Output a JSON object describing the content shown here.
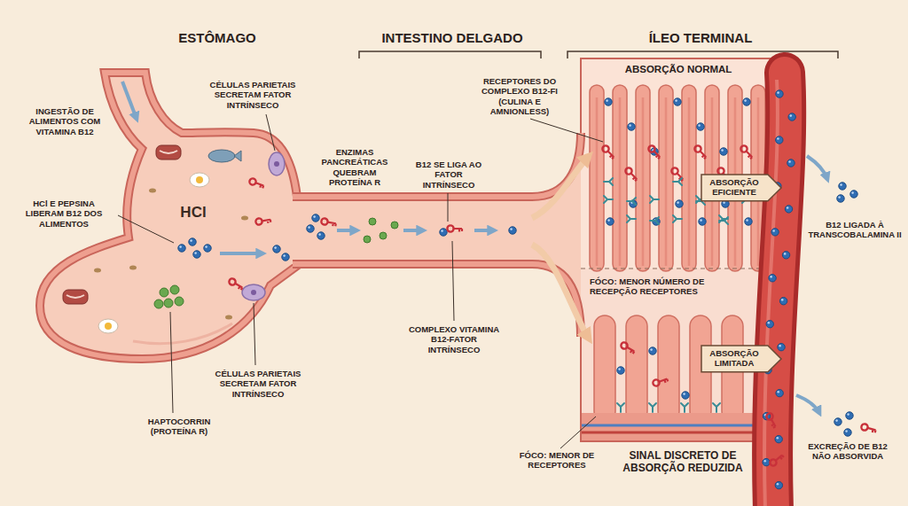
{
  "diagram": {
    "nodes": [
      {
        "text": [
          "ABSORÇÃO EFICIENTE"
        ]
      },
      {
        "text": [
          "ABSORÇÃO LIMITADA"
        ]
      }
    ],
    "labels": [
      "ESTÔMAGO",
      "INTESTINO DELGADO",
      "ÍLEO TERMINAL",
      "INGESTÃO DE ALIMENTOS COM VITAMINA B12",
      "HCl E PEPSINA LIBERAM B12 DOS ALIMENTOS",
      "HCl",
      "CÉLULAS PARIETAIS SECRETAM FATOR INTRÍNSECO",
      "HAPTOCORRIN (PROTEÍNA R)",
      "CÉLULAS PARIETAIS SECRETAM FATOR INTRÍNSECO",
      "ENZIMAS PANCREÁTICAS QUEBRAM PROTEÍNA R",
      "B12 SE LIGA AO FATOR INTRÍNSECO",
      "COMPLEXO VITAMINA B12-FATOR INTRÍNSECO",
      "RECEPTORES DO COMPLEXO B12-FI (CULINA E AMNIONLESS)",
      "ABSORÇÃO NORMAL",
      "B12 LIGADA À TRANSCOBALAMINA II",
      "FÓCO: MENOR NÚMERO DE RECEPÇÃO RECEPTORES",
      "FÓCO: MENOR DE RECEPTORES",
      "SINAL DISCRETO DE ABSORÇÃO REDUZIDA",
      "EXCREÇÃO DE B12 NÃO ABSORVIDA"
    ]
  }
}
